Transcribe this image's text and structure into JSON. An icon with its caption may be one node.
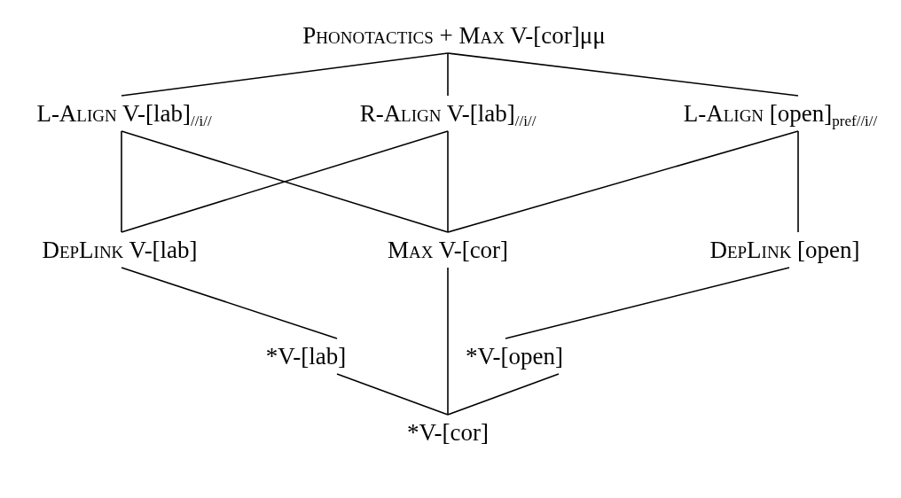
{
  "diagram": {
    "nodes": [
      {
        "text": [
          "Phonotactics + Max V-[cor]μμ"
        ]
      },
      {
        "text": [
          "L-Align V-[lab]$_{//i//}$"
        ]
      },
      {
        "text": [
          "R-Align V-[lab]$_{//i//}$"
        ]
      },
      {
        "text": [
          "L-Align [open]$_{pref//i//}$"
        ]
      },
      {
        "text": [
          "DepLink V-[lab]"
        ]
      },
      {
        "text": [
          "Max V-[cor]"
        ]
      },
      {
        "text": [
          "DepLink [open]"
        ]
      },
      {
        "text": [
          "*V-[lab]"
        ]
      },
      {
        "text": [
          "*V-[open]"
        ]
      },
      {
        "text": [
          "*V-[cor]"
        ]
      }
    ],
    "edges": [
      {
        "from": 0,
        "to": 1,
        "arrow": "none"
      },
      {
        "from": 0,
        "to": 2,
        "arrow": "none"
      },
      {
        "from": 0,
        "to": 3,
        "arrow": "none"
      },
      {
        "from": 1,
        "to": 4,
        "arrow": "none"
      },
      {
        "from": 1,
        "to": 5,
        "arrow": "none"
      },
      {
        "from": 2,
        "to": 4,
        "arrow": "none"
      },
      {
        "from": 2,
        "to": 5,
        "arrow": "none"
      },
      {
        "from": 3,
        "to": 5,
        "arrow": "none"
      },
      {
        "from": 3,
        "to": 6,
        "arrow": "none"
      },
      {
        "from": 4,
        "to": 7,
        "arrow": "none"
      },
      {
        "from": 5,
        "to": 9,
        "arrow": "none"
      },
      {
        "from": 6,
        "to": 8,
        "arrow": "none"
      },
      {
        "from": 7,
        "to": 9,
        "arrow": "none"
      },
      {
        "from": 8,
        "to": 9,
        "arrow": "none"
      }
    ]
  }
}
